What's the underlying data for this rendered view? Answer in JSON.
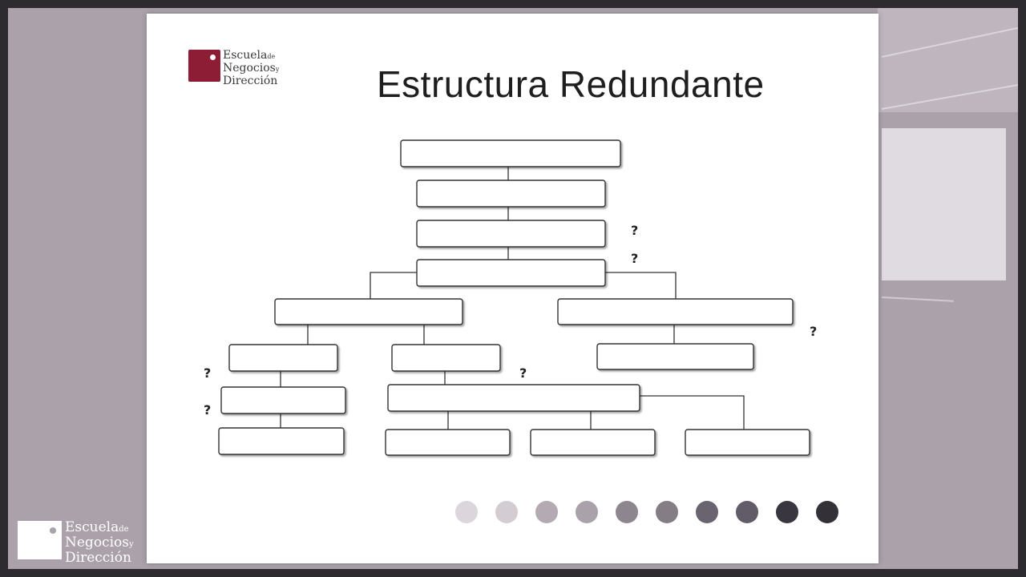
{
  "slide": {
    "title": "Estructura Redundante"
  },
  "logo": {
    "line1": "Escuela",
    "line1_small": "de",
    "line2": "Negocios",
    "line2_small": "y",
    "line3": "Dirección",
    "brand_color": "#8c1d35"
  },
  "watermark": {
    "line1": "Escuela",
    "line1_small": "de",
    "line2": "Negocios",
    "line2_small": "y",
    "line3": "Dirección"
  },
  "diagram": {
    "question_mark": "?"
  },
  "progress_dots": [
    "#dcd6dc",
    "#d3cdd3",
    "#b3aab3",
    "#aaa2aa",
    "#8e868e",
    "#857d85",
    "#6a6470",
    "#625c68",
    "#393640",
    "#333038"
  ]
}
